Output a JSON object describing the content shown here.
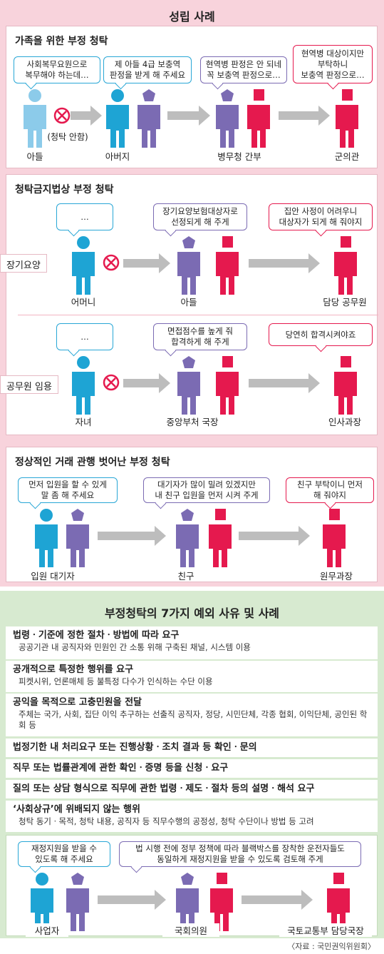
{
  "section1": {
    "title": "성립 사례",
    "panel1": {
      "title": "가족을 위한 부정 청탁",
      "bubbles": [
        "사회복무요원으로\n복무해야 하는데…",
        "제 아들 4급 보충역\n판정을 받게 해 주세요",
        "현역병 판정은 안 되네\n꼭 보충역 판정으로…",
        "현역병 대상이지만\n부탁하니\n보충역 판정으로…"
      ],
      "no_request": "(청탁 안함)",
      "labels": [
        "아들",
        "아버지",
        "병무청 간부",
        "군의관"
      ]
    },
    "panel2": {
      "title": "청탁금지법상 부정 청탁",
      "case1": {
        "tag": "장기요양",
        "bubbles": [
          "…",
          "장기요양보험대상자로\n선정되게 해 주게",
          "집안 사정이 어려우니\n대상자가 되게 해 줘야지"
        ],
        "labels": [
          "어머니",
          "아들",
          "담당 공무원"
        ]
      },
      "case2": {
        "tag": "공무원 임용",
        "bubbles": [
          "…",
          "면접점수를 높게 줘\n합격하게 해 주게",
          "당연히 합격시켜야죠"
        ],
        "labels": [
          "자녀",
          "중앙부처 국장",
          "인사과장"
        ]
      }
    },
    "panel3": {
      "title": "정상적인 거래 관행 벗어난 부정 청탁",
      "bubbles": [
        "먼저 입원을 할 수 있게\n말 좀 해 주세요",
        "대기자가 많이 밀려 있겠지만\n내 친구 입원을 먼저 시켜 주게",
        "친구 부탁이니 먼저\n해 줘야지"
      ],
      "labels": [
        "입원 대기자",
        "친구",
        "원무과장"
      ]
    }
  },
  "section2": {
    "title": "부정청탁의 7가지 예외 사유 및 사례",
    "exceptions": [
      {
        "head": "법령ㆍ기준에 정한 절차ㆍ방법에 따라 요구",
        "desc": "공공기관 내 공직자와 민원인 간 소통 위해 구축된 채널, 시스템 이용"
      },
      {
        "head": "공개적으로 특정한 행위를 요구",
        "desc": "피켓시위, 언론매체 등 불특정 다수가 인식하는 수단 이용"
      },
      {
        "head": "공익을 목적으로 고충민원을 전달",
        "desc": "주체는 국가, 사회, 집단 이익 추구하는 선출직 공직자, 정당, 시민단체, 각종 협회, 이익단체, 공인된 학회 등"
      },
      {
        "head": "법정기한 내 처리요구 또는 진행상황ㆍ조치 결과 등 확인ㆍ문의",
        "desc": ""
      },
      {
        "head": "직무 또는 법률관계에 관한 확인ㆍ증명 등을 신청ㆍ요구",
        "desc": ""
      },
      {
        "head": "질의 또는 상담 형식으로 직무에 관한 법령ㆍ제도ㆍ절차 등의 설명ㆍ해석 요구",
        "desc": ""
      },
      {
        "head": "‘사회상규’에 위배되지 않는 행위",
        "desc": "청탁 동기ㆍ목적, 청탁 내용, 공직자 등 직무수행의 공정성, 청탁 수단이나 방법 등 고려"
      }
    ],
    "example": {
      "bubbles": [
        "재정지원을 받을 수\n있도록 해 주세요",
        "법 시행 전에 정부 정책에 따라 블랙박스를 장착한 운전자들도\n동일하게 재정지원을 받을 수 있도록 검토해 주게"
      ],
      "labels": [
        "사업자",
        "국회의원",
        "국토교통부 담당국장"
      ]
    }
  },
  "source": "〈자료 : 국민권익위원회〉",
  "colors": {
    "blue": "#29a7d6",
    "lightblue": "#8ccbea",
    "purple": "#7b6bb3",
    "red": "#e5194e",
    "pink_bg": "#f8d3dc",
    "green_bg": "#d7ead0"
  }
}
